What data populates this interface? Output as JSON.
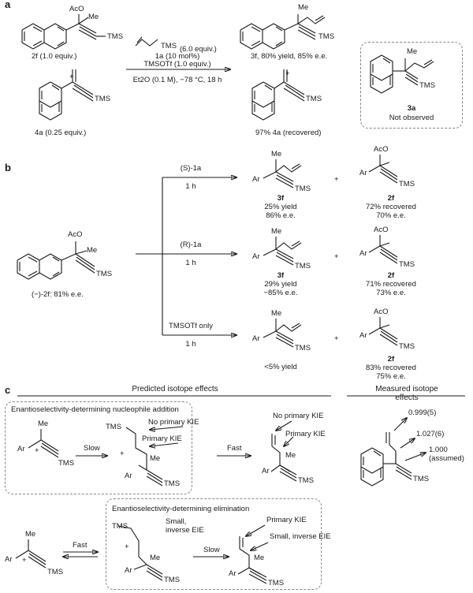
{
  "panels": {
    "a": "a",
    "b": "b",
    "c": "c"
  },
  "atoms": {
    "aco": "AcO",
    "me": "Me",
    "tms": "TMS",
    "ar": "Ar",
    "plus": "+"
  },
  "a": {
    "c2f_label": "2f (1.0 equiv.)",
    "plus1": "+",
    "c4a_label": "4a (0.25 equiv.)",
    "allyl_equiv": "(6.0 equiv.)",
    "cond1": "1a (10 mol%)",
    "cond2": "TMSOTf (1.0 equiv.)",
    "cond3": "Et2O (0.1 M), −78 °C, 18 h",
    "product_label": "3f, 80% yield, 85% e.e.",
    "plus2": "+",
    "recovered": "97% 4a (recovered)",
    "box_label": "3a",
    "box_note": "Not observed"
  },
  "b": {
    "sm_label": "(−)-2f: 81% e.e.",
    "rows": [
      {
        "cond": "(S)-1a",
        "time": "1 h",
        "p_name": "3f",
        "p1": "25% yield",
        "p2": "86% e.e.",
        "plus": "+",
        "r_name": "2f",
        "r1": "72% recovered",
        "r2": "70% e.e."
      },
      {
        "cond": "(R)-1a",
        "time": "1 h",
        "p_name": "3f",
        "p1": "29% yield",
        "p2": "−85% e.e.",
        "plus": "+",
        "r_name": "2f",
        "r1": "71% recovered",
        "r2": "73% e.e."
      },
      {
        "cond": "TMSOTf only",
        "time": "1 h",
        "p_name": "",
        "p1": "<5% yield",
        "p2": "",
        "plus": "+",
        "r_name": "2f",
        "r1": "83% recovered",
        "r2": "75% e.e."
      }
    ]
  },
  "c": {
    "predicted_title": "Predicted isotope effects",
    "measured_title": "Measured isotope effects",
    "box1_title": "Enantioselectivity-determining nucleophile addition",
    "slow": "Slow",
    "fast": "Fast",
    "no_primary_kie": "No primary KIE",
    "primary_kie": "Primary KIE",
    "box2_title": "Enantioselectivity-determining elimination",
    "small_inverse": "Small,",
    "inverse_eie": "inverse EIE",
    "small_inverse_eie": "Small, inverse EIE",
    "m1": "0.999(5)",
    "m2": "1.027(6)",
    "m3": "1.000",
    "m3b": "(assumed)"
  }
}
